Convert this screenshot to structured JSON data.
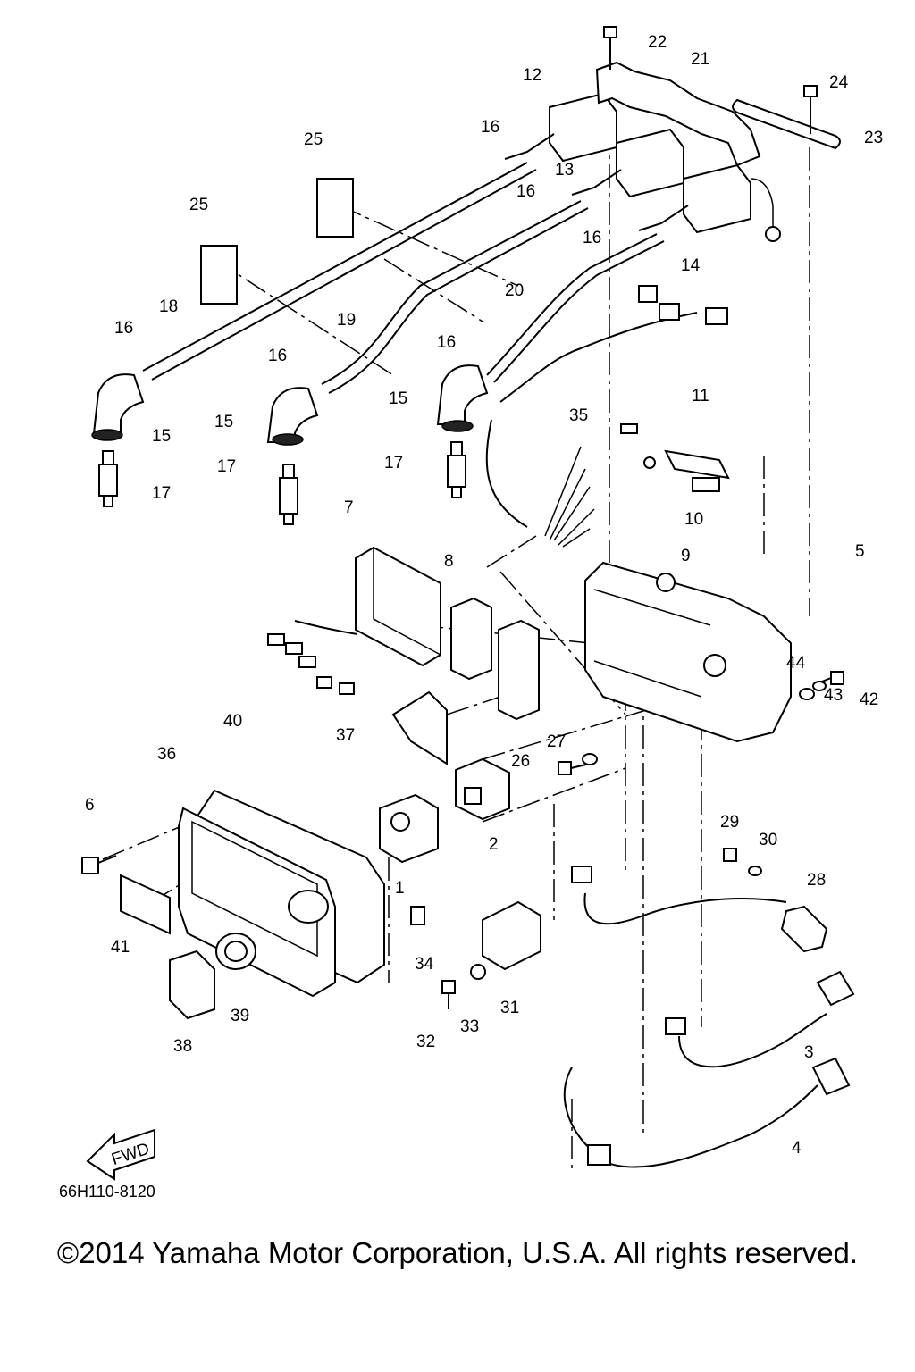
{
  "diagram": {
    "callouts": [
      "1",
      "2",
      "3",
      "4",
      "5",
      "6",
      "7",
      "8",
      "9",
      "10",
      "11",
      "12",
      "13",
      "14",
      "15",
      "16",
      "17",
      "18",
      "19",
      "20",
      "21",
      "22",
      "23",
      "24",
      "25",
      "26",
      "27",
      "28",
      "29",
      "30",
      "31",
      "32",
      "33",
      "34",
      "35",
      "36",
      "37",
      "38",
      "39",
      "40",
      "41",
      "42",
      "43",
      "44"
    ],
    "fwd_label": "FWD",
    "drawing_code": "66H110-8120"
  },
  "footer": {
    "copyright": "©2014 Yamaha Motor Corporation, U.S.A. All rights reserved."
  }
}
